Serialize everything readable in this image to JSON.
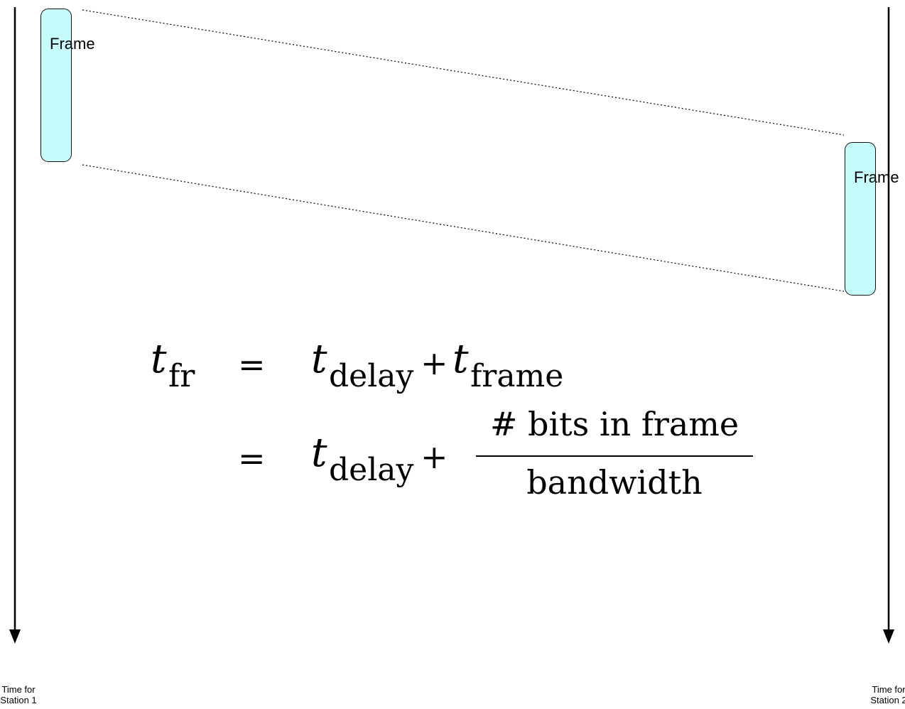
{
  "diagram": {
    "frame_label_left": "Frame",
    "frame_label_right": "Frame",
    "station_1_caption": "Time for\nStation 1",
    "station_2_caption": "Time for\nStation 2"
  },
  "equation": {
    "lhs_symbol": "t",
    "lhs_subscript": "fr",
    "equals": "=",
    "term_symbol": "t",
    "delay_subscript": "delay",
    "plus": "+",
    "frame_subscript": "frame",
    "numerator": "# bits in frame",
    "denominator": "bandwidth"
  }
}
